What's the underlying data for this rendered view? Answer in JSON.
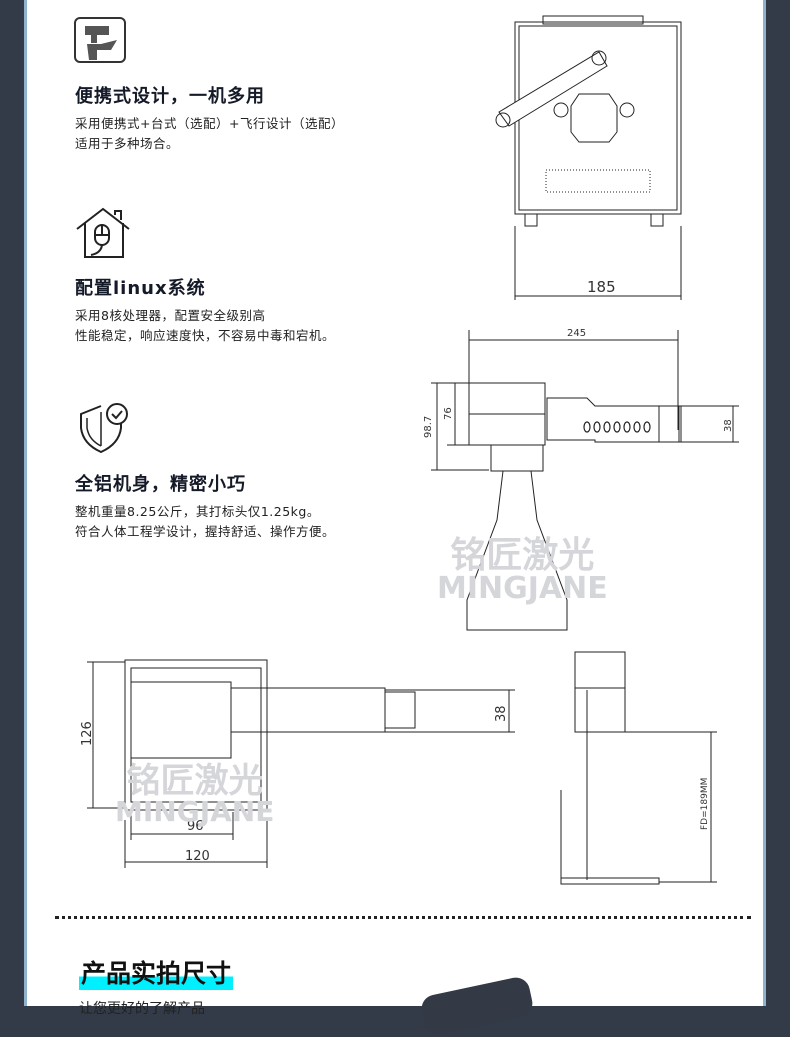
{
  "features": [
    {
      "icon": "hand-held-marker-icon",
      "title": "便携式设计，一机多用",
      "lines": [
        "采用便携式+台式（选配）+飞行设计（选配）",
        "适用于多种场合。"
      ]
    },
    {
      "icon": "house-mouse-icon",
      "title": "配置linux系统",
      "lines": [
        "采用8核处理器，配置安全级别高",
        "性能稳定，响应速度快，不容易中毒和宕机。"
      ]
    },
    {
      "icon": "shield-check-icon",
      "title": "全铝机身，精密小巧",
      "lines": [
        "整机重量8.25公斤，其打标头仅1.25kg。",
        "符合人体工程学设计，握持舒适、操作方便。"
      ]
    }
  ],
  "dimensions": {
    "width_front": "185",
    "head_length": "245",
    "head_height_total": "98.7",
    "head_height": "76",
    "barrel_dia": "38",
    "top_height": "126",
    "top_barrel_dia": "38",
    "top_inner_width": "96",
    "top_width": "120",
    "focal_distance": "FD=189MM"
  },
  "watermark": {
    "cn": "铭匠激光",
    "en": "MINGJANE"
  },
  "section": {
    "title": "产品实拍尺寸",
    "subtitle": "让您更好的了解产品"
  },
  "colors": {
    "side": "#333b48",
    "stripe": "#8fb3cc",
    "highlight": "#00f0ff"
  }
}
